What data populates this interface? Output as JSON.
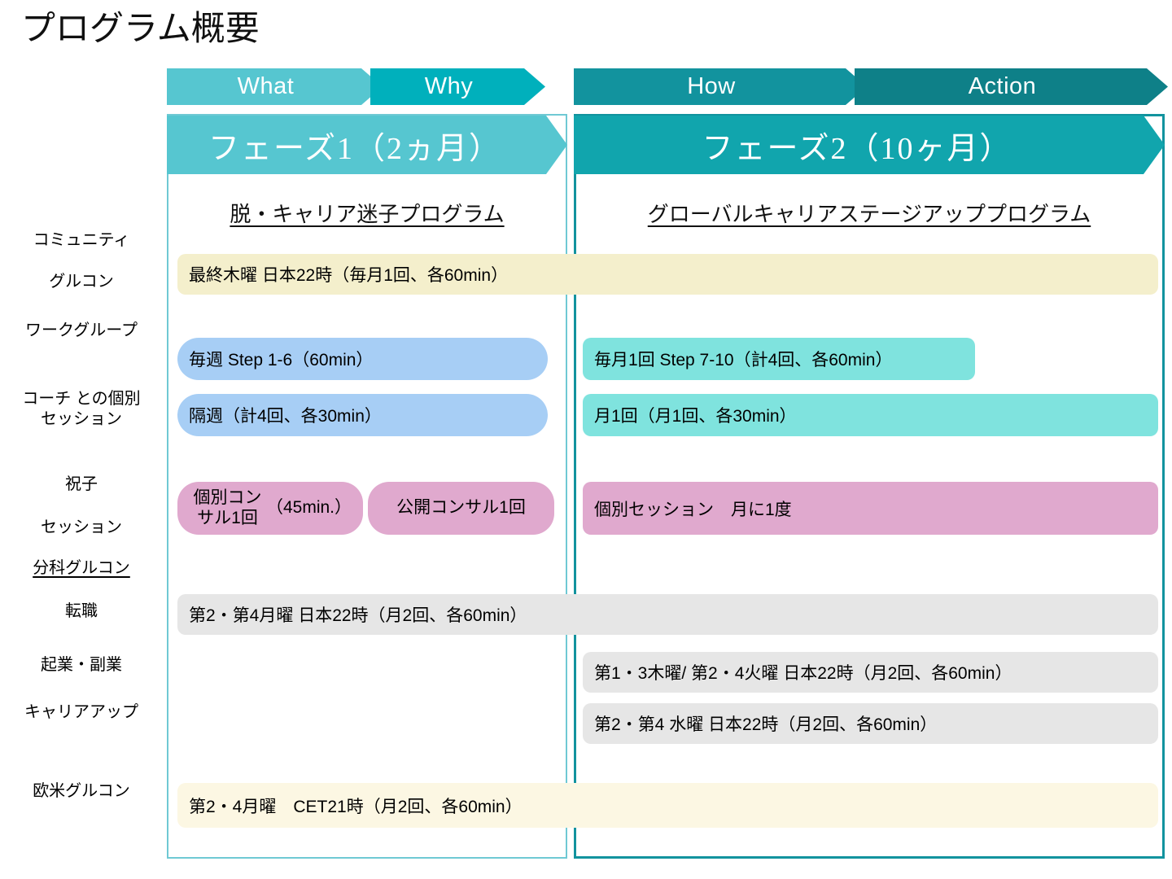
{
  "title": "プログラム概要",
  "colors": {
    "what": "#56C6D0",
    "why": "#00B0BC",
    "how": "#12939E",
    "action": "#0E8088",
    "phase1_banner": "#56C6D0",
    "phase2_banner": "#11A5AD",
    "phase1_border": "#6FC9D4",
    "phase2_border": "#12939E",
    "cream": "#F4EFCC",
    "cream_light": "#FCF7E3",
    "blue": "#A7CEF5",
    "teal": "#7FE3DE",
    "pink": "#E0A9CE",
    "gray": "#E6E6E6"
  },
  "steps": [
    {
      "label": "What",
      "color": "#56C6D0"
    },
    {
      "label": "Why",
      "color": "#00B0BC"
    },
    {
      "label": "How",
      "color": "#12939E"
    },
    {
      "label": "Action",
      "color": "#0E8088"
    }
  ],
  "phases": [
    {
      "banner": "フェーズ1（2ヵ月）",
      "program_title": "脱・キャリア迷子プログラム"
    },
    {
      "banner": "フェーズ2（10ヶ月）",
      "program_title": "グローバルキャリアステージアッププログラム"
    }
  ],
  "row_labels": [
    {
      "text": "コミュニティ",
      "underline": false
    },
    {
      "text": "グルコン",
      "underline": false
    },
    {
      "text": "ワークグループ",
      "underline": false
    },
    {
      "text": "コーチ との個別",
      "underline": false
    },
    {
      "text": "セッション",
      "underline": false
    },
    {
      "text": "祝子",
      "underline": false
    },
    {
      "text": "セッション",
      "underline": false
    },
    {
      "text": "分科グルコン",
      "underline": true
    },
    {
      "text": "転職",
      "underline": false
    },
    {
      "text": "起業・副業",
      "underline": false
    },
    {
      "text": "キャリアアップ",
      "underline": false
    },
    {
      "text": "欧米グルコン",
      "underline": false
    }
  ],
  "bars": {
    "community_glucon": "最終木曜 日本22時（毎月1回、各60min）",
    "workgroup_p1": "毎週  Step 1-6（60min）",
    "workgroup_p2": "毎月1回 Step 7-10（計4回、各60min）",
    "coach_p1": "隔週（計4回、各30min）",
    "coach_p2": "月1回（月1回、各30min）",
    "consul_individual": "個別コンサル1回\n（45min.）",
    "consul_individual_l1": "個別コンサル1回",
    "consul_individual_l2": "（45min.）",
    "consul_public": "公開コンサル1回",
    "session_p2": "個別セッション　月に1度",
    "tenshoku": "第2・第4月曜 日本22時（月2回、各60min）",
    "kigyo": "第1・3木曜/ 第2・4火曜 日本22時（月2回、各60min）",
    "career_up": "第2・第4 水曜 日本22時（月2回、各60min）",
    "oubei": "第2・4月曜　CET21時（月2回、各60min）"
  }
}
